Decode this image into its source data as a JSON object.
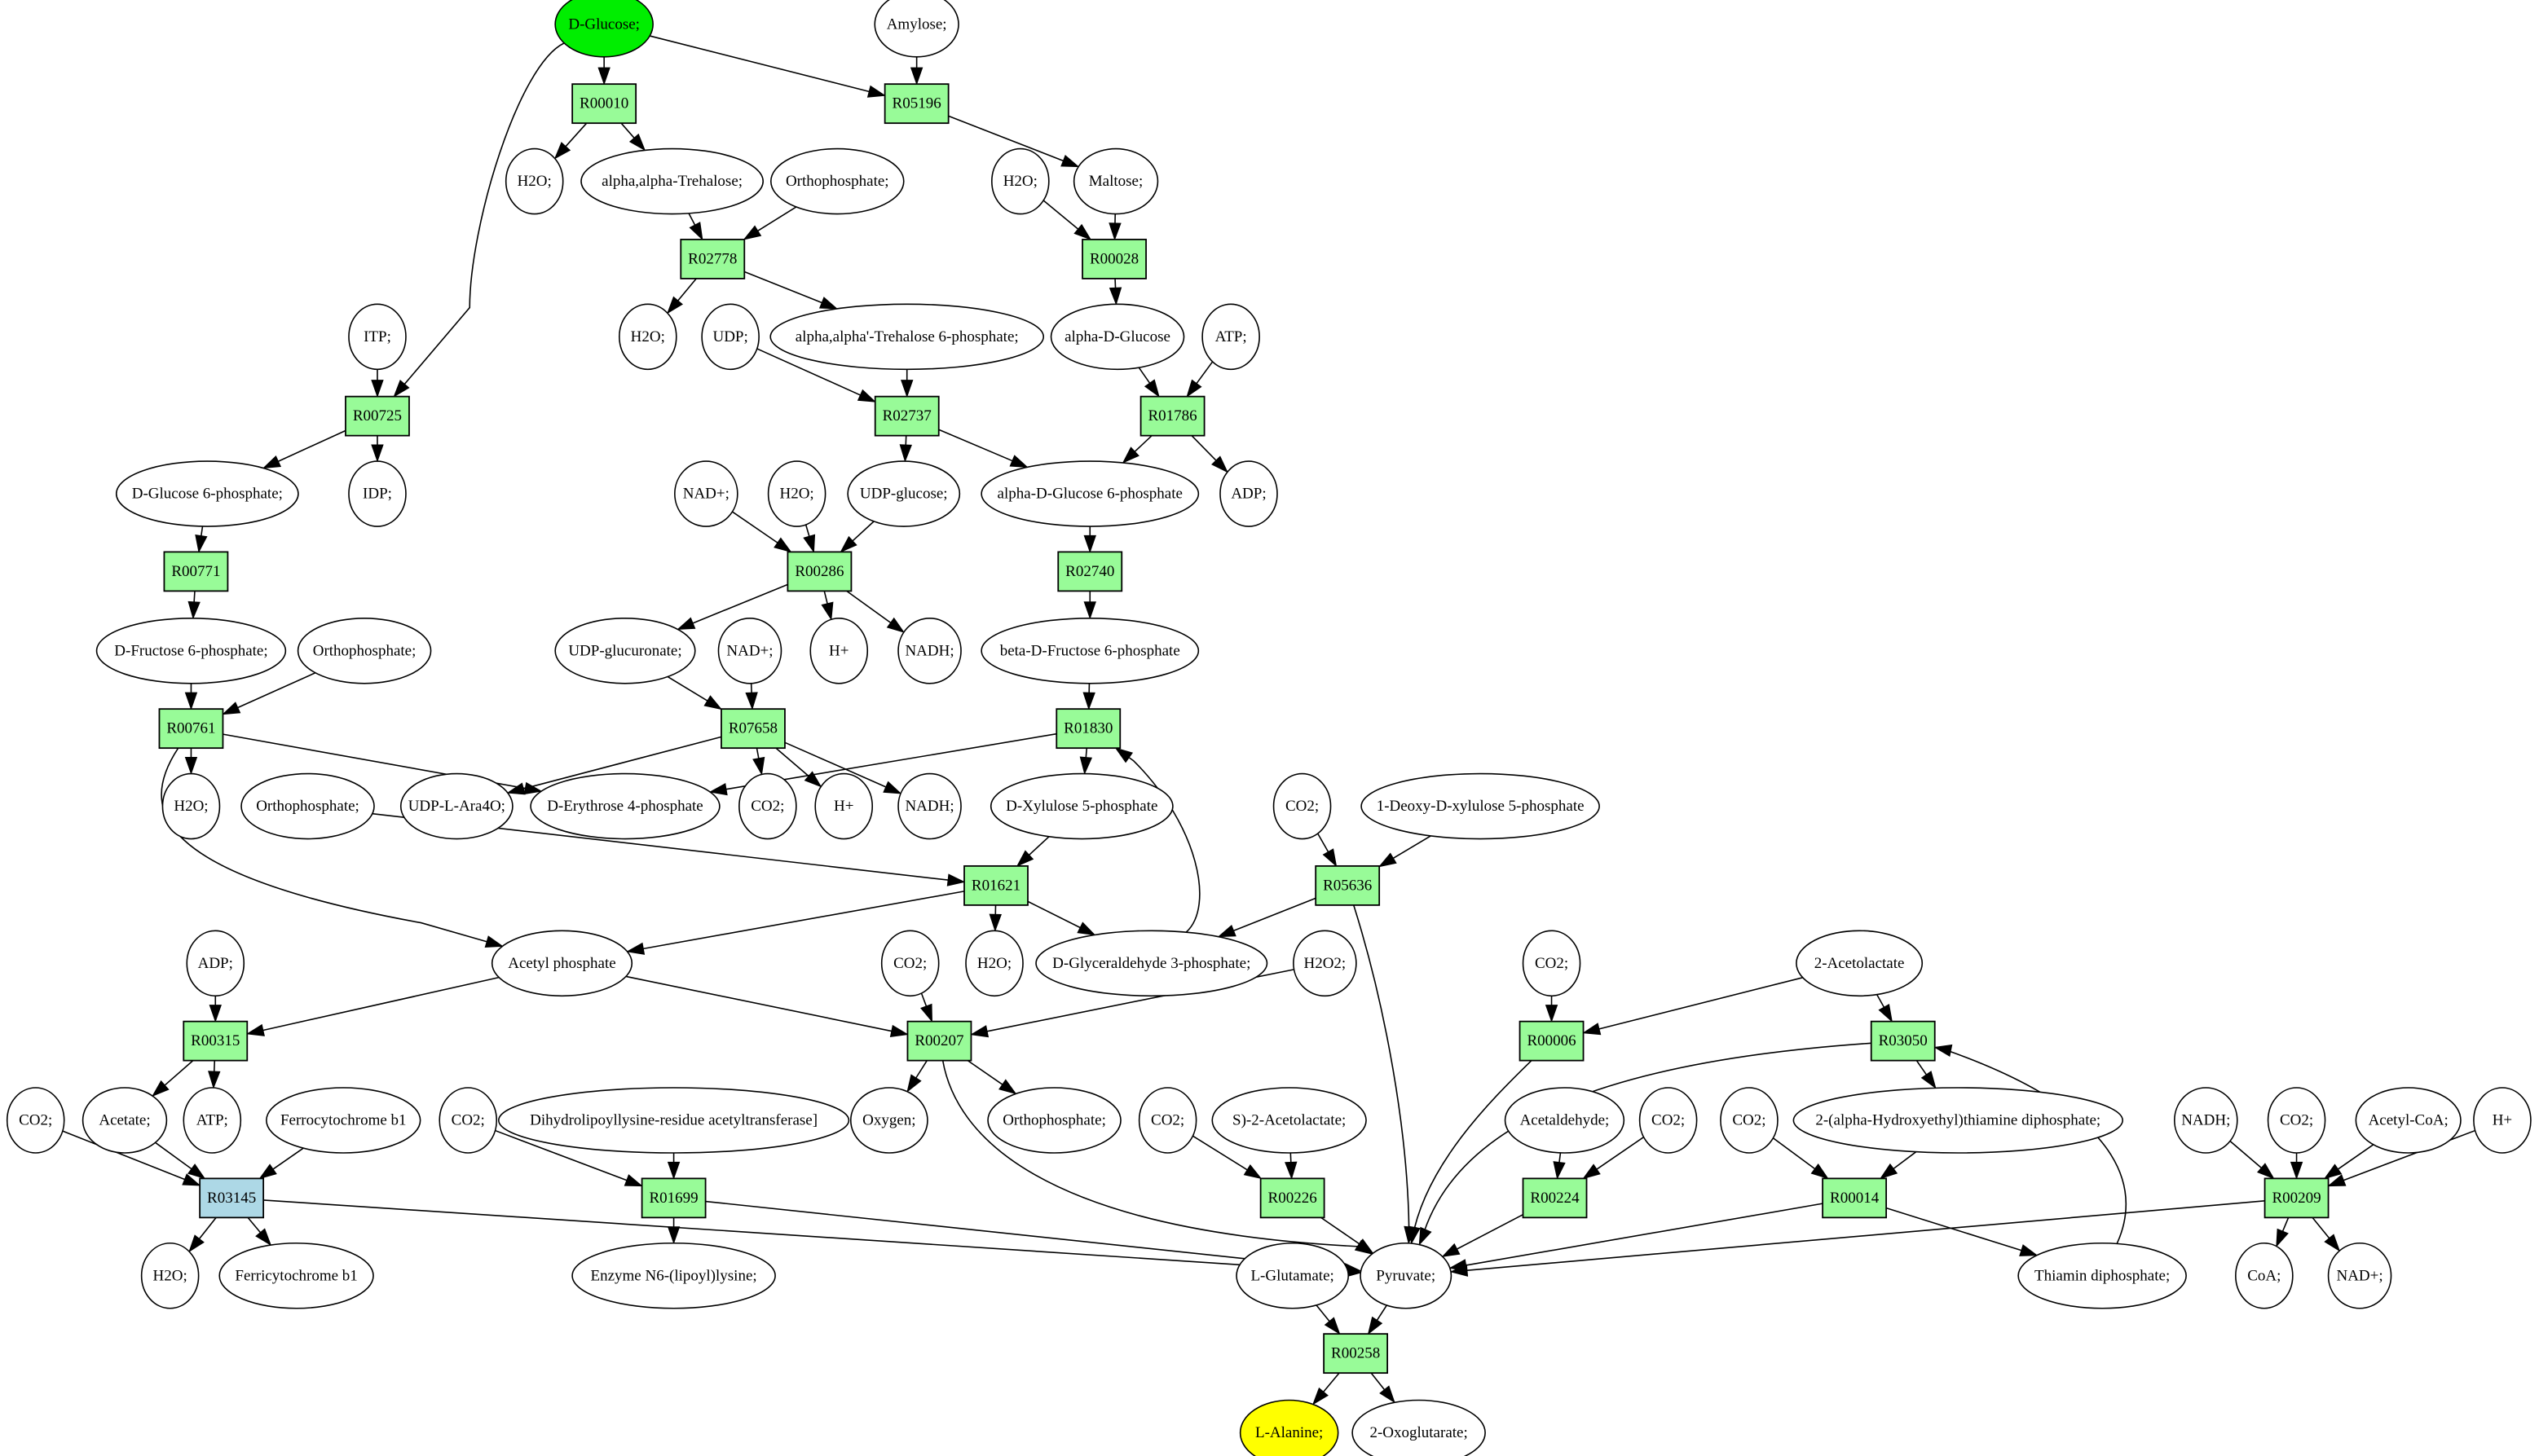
{
  "title": "Metabolic pathway graph: D-Glucose to L-Alanine",
  "colors": {
    "compound": "#ffffff",
    "reaction": "#98fb98",
    "source_compound": "#00ee00",
    "target_compound": "#ffff00",
    "highlight_reaction": "#add8e6",
    "stroke": "#000000"
  },
  "nodes": [
    {
      "id": "glc",
      "label": "D-Glucose;",
      "kind": "compound",
      "role": "source"
    },
    {
      "id": "amylose",
      "label": "Amylose;",
      "kind": "compound"
    },
    {
      "id": "R00010",
      "label": "R00010",
      "kind": "reaction"
    },
    {
      "id": "R05196",
      "label": "R05196",
      "kind": "reaction"
    },
    {
      "id": "h2o_1",
      "label": "H2O;",
      "kind": "compound"
    },
    {
      "id": "trehalose",
      "label": "alpha,alpha-Trehalose;",
      "kind": "compound"
    },
    {
      "id": "pi_1",
      "label": "Orthophosphate;",
      "kind": "compound"
    },
    {
      "id": "h2o_2",
      "label": "H2O;",
      "kind": "compound"
    },
    {
      "id": "maltose",
      "label": "Maltose;",
      "kind": "compound"
    },
    {
      "id": "R02778",
      "label": "R02778",
      "kind": "reaction"
    },
    {
      "id": "R00028",
      "label": "R00028",
      "kind": "reaction"
    },
    {
      "id": "itp",
      "label": "ITP;",
      "kind": "compound"
    },
    {
      "id": "h2o_3",
      "label": "H2O;",
      "kind": "compound"
    },
    {
      "id": "udp",
      "label": "UDP;",
      "kind": "compound"
    },
    {
      "id": "tre6p",
      "label": "alpha,alpha'-Trehalose 6-phosphate;",
      "kind": "compound"
    },
    {
      "id": "aglc",
      "label": "alpha-D-Glucose",
      "kind": "compound"
    },
    {
      "id": "atp_1",
      "label": "ATP;",
      "kind": "compound"
    },
    {
      "id": "R00725",
      "label": "R00725",
      "kind": "reaction"
    },
    {
      "id": "R02737",
      "label": "R02737",
      "kind": "reaction"
    },
    {
      "id": "R01786",
      "label": "R01786",
      "kind": "reaction"
    },
    {
      "id": "g6p",
      "label": "D-Glucose 6-phosphate;",
      "kind": "compound"
    },
    {
      "id": "idp",
      "label": "IDP;",
      "kind": "compound"
    },
    {
      "id": "nad_1",
      "label": "NAD+;",
      "kind": "compound"
    },
    {
      "id": "h2o_4",
      "label": "H2O;",
      "kind": "compound"
    },
    {
      "id": "udpglc",
      "label": "UDP-glucose;",
      "kind": "compound"
    },
    {
      "id": "ag6p",
      "label": "alpha-D-Glucose 6-phosphate",
      "kind": "compound"
    },
    {
      "id": "adp_1",
      "label": "ADP;",
      "kind": "compound"
    },
    {
      "id": "R00771",
      "label": "R00771",
      "kind": "reaction"
    },
    {
      "id": "R00286",
      "label": "R00286",
      "kind": "reaction"
    },
    {
      "id": "R02740",
      "label": "R02740",
      "kind": "reaction"
    },
    {
      "id": "f6p",
      "label": "D-Fructose 6-phosphate;",
      "kind": "compound"
    },
    {
      "id": "pi_2",
      "label": "Orthophosphate;",
      "kind": "compound"
    },
    {
      "id": "udpglcA",
      "label": "UDP-glucuronate;",
      "kind": "compound"
    },
    {
      "id": "nad_2",
      "label": "NAD+;",
      "kind": "compound"
    },
    {
      "id": "h_1",
      "label": "H+",
      "kind": "compound"
    },
    {
      "id": "nadh_1",
      "label": "NADH;",
      "kind": "compound"
    },
    {
      "id": "bf6p",
      "label": "beta-D-Fructose 6-phosphate",
      "kind": "compound"
    },
    {
      "id": "R00761",
      "label": "R00761",
      "kind": "reaction"
    },
    {
      "id": "R07658",
      "label": "R07658",
      "kind": "reaction"
    },
    {
      "id": "R01830",
      "label": "R01830",
      "kind": "reaction"
    },
    {
      "id": "h2o_5",
      "label": "H2O;",
      "kind": "compound"
    },
    {
      "id": "pi_3",
      "label": "Orthophosphate;",
      "kind": "compound"
    },
    {
      "id": "udpara",
      "label": "UDP-L-Ara4O;",
      "kind": "compound"
    },
    {
      "id": "e4p",
      "label": "D-Erythrose 4-phosphate",
      "kind": "compound"
    },
    {
      "id": "co2_1",
      "label": "CO2;",
      "kind": "compound"
    },
    {
      "id": "h_2",
      "label": "H+",
      "kind": "compound"
    },
    {
      "id": "nadh_2",
      "label": "NADH;",
      "kind": "compound"
    },
    {
      "id": "xu5p",
      "label": "D-Xylulose 5-phosphate",
      "kind": "compound"
    },
    {
      "id": "co2_2",
      "label": "CO2;",
      "kind": "compound"
    },
    {
      "id": "dxp",
      "label": "1-Deoxy-D-xylulose 5-phosphate",
      "kind": "compound"
    },
    {
      "id": "R01621",
      "label": "R01621",
      "kind": "reaction"
    },
    {
      "id": "R05636",
      "label": "R05636",
      "kind": "reaction"
    },
    {
      "id": "adp_2",
      "label": "ADP;",
      "kind": "compound"
    },
    {
      "id": "acp",
      "label": "Acetyl phosphate",
      "kind": "compound"
    },
    {
      "id": "co2_3",
      "label": "CO2;",
      "kind": "compound"
    },
    {
      "id": "h2o_6",
      "label": "H2O;",
      "kind": "compound"
    },
    {
      "id": "gap",
      "label": "D-Glyceraldehyde 3-phosphate;",
      "kind": "compound"
    },
    {
      "id": "h2o2",
      "label": "H2O2;",
      "kind": "compound"
    },
    {
      "id": "co2_4",
      "label": "CO2;",
      "kind": "compound"
    },
    {
      "id": "acl",
      "label": "2-Acetolactate",
      "kind": "compound"
    },
    {
      "id": "R00315",
      "label": "R00315",
      "kind": "reaction"
    },
    {
      "id": "R00207",
      "label": "R00207",
      "kind": "reaction"
    },
    {
      "id": "R00006",
      "label": "R00006",
      "kind": "reaction"
    },
    {
      "id": "R03050",
      "label": "R03050",
      "kind": "reaction"
    },
    {
      "id": "co2_5",
      "label": "CO2;",
      "kind": "compound"
    },
    {
      "id": "acetate",
      "label": "Acetate;",
      "kind": "compound"
    },
    {
      "id": "atp_2",
      "label": "ATP;",
      "kind": "compound"
    },
    {
      "id": "ferrocyt",
      "label": "Ferrocytochrome b1",
      "kind": "compound"
    },
    {
      "id": "co2_6",
      "label": "CO2;",
      "kind": "compound"
    },
    {
      "id": "dlat",
      "label": "Dihydrolipoyllysine-residue acetyltransferase]",
      "kind": "compound"
    },
    {
      "id": "oxygen",
      "label": "Oxygen;",
      "kind": "compound"
    },
    {
      "id": "pi_4",
      "label": "Orthophosphate;",
      "kind": "compound"
    },
    {
      "id": "co2_7",
      "label": "CO2;",
      "kind": "compound"
    },
    {
      "id": "sacl",
      "label": "S)-2-Acetolactate;",
      "kind": "compound"
    },
    {
      "id": "acald",
      "label": "Acetaldehyde;",
      "kind": "compound"
    },
    {
      "id": "co2_8",
      "label": "CO2;",
      "kind": "compound"
    },
    {
      "id": "co2_9",
      "label": "CO2;",
      "kind": "compound"
    },
    {
      "id": "hethdp",
      "label": "2-(alpha-Hydroxyethyl)thiamine diphosphate;",
      "kind": "compound"
    },
    {
      "id": "nadh_3",
      "label": "NADH;",
      "kind": "compound"
    },
    {
      "id": "co2_10",
      "label": "CO2;",
      "kind": "compound"
    },
    {
      "id": "accoa",
      "label": "Acetyl-CoA;",
      "kind": "compound"
    },
    {
      "id": "h_3",
      "label": "H+",
      "kind": "compound"
    },
    {
      "id": "R03145",
      "label": "R03145",
      "kind": "reaction",
      "role": "highlight"
    },
    {
      "id": "R01699",
      "label": "R01699",
      "kind": "reaction"
    },
    {
      "id": "R00226",
      "label": "R00226",
      "kind": "reaction"
    },
    {
      "id": "R00224",
      "label": "R00224",
      "kind": "reaction"
    },
    {
      "id": "R00014",
      "label": "R00014",
      "kind": "reaction"
    },
    {
      "id": "R00209",
      "label": "R00209",
      "kind": "reaction"
    },
    {
      "id": "h2o_7",
      "label": "H2O;",
      "kind": "compound"
    },
    {
      "id": "ferricyt",
      "label": "Ferricytochrome b1",
      "kind": "compound"
    },
    {
      "id": "lipoyl",
      "label": "Enzyme N6-(lipoyl)lysine;",
      "kind": "compound"
    },
    {
      "id": "glu",
      "label": "L-Glutamate;",
      "kind": "compound"
    },
    {
      "id": "pyr",
      "label": "Pyruvate;",
      "kind": "compound"
    },
    {
      "id": "thdp",
      "label": "Thiamin diphosphate;",
      "kind": "compound"
    },
    {
      "id": "coa",
      "label": "CoA;",
      "kind": "compound"
    },
    {
      "id": "nad_3",
      "label": "NAD+;",
      "kind": "compound"
    },
    {
      "id": "R00258",
      "label": "R00258",
      "kind": "reaction"
    },
    {
      "id": "ala",
      "label": "L-Alanine;",
      "kind": "compound",
      "role": "target"
    },
    {
      "id": "akg",
      "label": "2-Oxoglutarate;",
      "kind": "compound"
    }
  ],
  "edges": [
    [
      "glc",
      "R00010"
    ],
    [
      "glc",
      "R05196"
    ],
    [
      "glc",
      "R00725"
    ],
    [
      "amylose",
      "R05196"
    ],
    [
      "R00010",
      "h2o_1"
    ],
    [
      "R00010",
      "trehalose"
    ],
    [
      "R05196",
      "maltose"
    ],
    [
      "trehalose",
      "R02778"
    ],
    [
      "pi_1",
      "R02778"
    ],
    [
      "h2o_2",
      "R00028"
    ],
    [
      "maltose",
      "R00028"
    ],
    [
      "R02778",
      "h2o_3"
    ],
    [
      "R02778",
      "tre6p"
    ],
    [
      "R00028",
      "aglc"
    ],
    [
      "itp",
      "R00725"
    ],
    [
      "udp",
      "R02737"
    ],
    [
      "tre6p",
      "R02737"
    ],
    [
      "aglc",
      "R01786"
    ],
    [
      "atp_1",
      "R01786"
    ],
    [
      "R00725",
      "g6p"
    ],
    [
      "R00725",
      "idp"
    ],
    [
      "R02737",
      "udpglc"
    ],
    [
      "R02737",
      "ag6p"
    ],
    [
      "R01786",
      "ag6p"
    ],
    [
      "R01786",
      "adp_1"
    ],
    [
      "g6p",
      "R00771"
    ],
    [
      "nad_1",
      "R00286"
    ],
    [
      "h2o_4",
      "R00286"
    ],
    [
      "udpglc",
      "R00286"
    ],
    [
      "ag6p",
      "R02740"
    ],
    [
      "R00771",
      "f6p"
    ],
    [
      "R00286",
      "udpglcA"
    ],
    [
      "R00286",
      "h_1"
    ],
    [
      "R00286",
      "nadh_1"
    ],
    [
      "R02740",
      "bf6p"
    ],
    [
      "f6p",
      "R00761"
    ],
    [
      "pi_2",
      "R00761"
    ],
    [
      "udpglcA",
      "R07658"
    ],
    [
      "nad_2",
      "R07658"
    ],
    [
      "bf6p",
      "R01830"
    ],
    [
      "R00761",
      "h2o_5"
    ],
    [
      "R00761",
      "e4p"
    ],
    [
      "R00761",
      "acp"
    ],
    [
      "R07658",
      "udpara"
    ],
    [
      "R07658",
      "co2_1"
    ],
    [
      "R07658",
      "h_2"
    ],
    [
      "R07658",
      "nadh_2"
    ],
    [
      "R01830",
      "e4p"
    ],
    [
      "R01830",
      "xu5p"
    ],
    [
      "pi_3",
      "R01621"
    ],
    [
      "xu5p",
      "R01621"
    ],
    [
      "co2_2",
      "R05636"
    ],
    [
      "dxp",
      "R05636"
    ],
    [
      "R01621",
      "acp"
    ],
    [
      "R01621",
      "h2o_6"
    ],
    [
      "R01621",
      "gap"
    ],
    [
      "gap",
      "R01830"
    ],
    [
      "R05636",
      "gap"
    ],
    [
      "R05636",
      "pyr"
    ],
    [
      "adp_2",
      "R00315"
    ],
    [
      "acp",
      "R00315"
    ],
    [
      "acp",
      "R00207"
    ],
    [
      "co2_3",
      "R00207"
    ],
    [
      "h2o2",
      "R00207"
    ],
    [
      "co2_4",
      "R00006"
    ],
    [
      "acl",
      "R00006"
    ],
    [
      "acl",
      "R03050"
    ],
    [
      "R00315",
      "acetate"
    ],
    [
      "R00315",
      "atp_2"
    ],
    [
      "R00207",
      "oxygen"
    ],
    [
      "R00207",
      "pi_4"
    ],
    [
      "R00207",
      "pyr"
    ],
    [
      "R00006",
      "pyr"
    ],
    [
      "R03050",
      "pyr"
    ],
    [
      "R03050",
      "hethdp"
    ],
    [
      "co2_5",
      "R03145"
    ],
    [
      "acetate",
      "R03145"
    ],
    [
      "ferrocyt",
      "R03145"
    ],
    [
      "co2_6",
      "R01699"
    ],
    [
      "dlat",
      "R01699"
    ],
    [
      "co2_7",
      "R00226"
    ],
    [
      "sacl",
      "R00226"
    ],
    [
      "acald",
      "R00224"
    ],
    [
      "co2_8",
      "R00224"
    ],
    [
      "co2_9",
      "R00014"
    ],
    [
      "hethdp",
      "R00014"
    ],
    [
      "nadh_3",
      "R00209"
    ],
    [
      "co2_10",
      "R00209"
    ],
    [
      "accoa",
      "R00209"
    ],
    [
      "h_3",
      "R00209"
    ],
    [
      "R03145",
      "h2o_7"
    ],
    [
      "R03145",
      "ferricyt"
    ],
    [
      "R03145",
      "pyr"
    ],
    [
      "R01699",
      "lipoyl"
    ],
    [
      "R01699",
      "pyr"
    ],
    [
      "R00226",
      "pyr"
    ],
    [
      "R00224",
      "pyr"
    ],
    [
      "R00014",
      "pyr"
    ],
    [
      "R00014",
      "thdp"
    ],
    [
      "thdp",
      "R03050"
    ],
    [
      "R00209",
      "pyr"
    ],
    [
      "R00209",
      "coa"
    ],
    [
      "R00209",
      "nad_3"
    ],
    [
      "glu",
      "R00258"
    ],
    [
      "pyr",
      "R00258"
    ],
    [
      "R00258",
      "ala"
    ],
    [
      "R00258",
      "akg"
    ]
  ]
}
